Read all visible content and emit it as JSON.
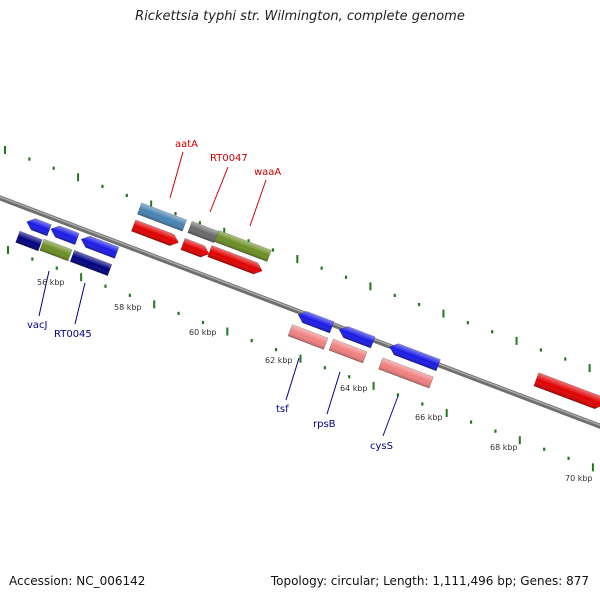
{
  "title": "Rickettsia typhi str. Wilmington, complete genome",
  "footer": {
    "accession": "Accession: NC_006142",
    "summary": "Topology: circular; Length: 1,111,496 bp; Genes: 877"
  },
  "colors": {
    "backbone": "#808080",
    "tick": "#1e7a1e",
    "forward_gene_label": "#cc0000",
    "reverse_gene_label": "#00008b",
    "kbp_label": "#333333"
  },
  "kbp_ticks": [
    "56 kbp",
    "58 kbp",
    "60 kbp",
    "62 kbp",
    "64 kbp",
    "66 kbp",
    "68 kbp",
    "70 kbp"
  ],
  "gene_labels": {
    "forward": [
      "aatA",
      "RT0047",
      "waaA"
    ],
    "reverse": [
      "vacJ",
      "RT0045",
      "tsf",
      "rpsB",
      "cysS"
    ]
  },
  "features": [
    {
      "id": "f1",
      "color": "#1a1ae6"
    },
    {
      "id": "f2",
      "color": "#1a1ae6"
    },
    {
      "id": "f3",
      "color": "#1a1ae6"
    },
    {
      "id": "f4",
      "color": "#000080"
    },
    {
      "id": "f5",
      "color": "#6b8e23"
    },
    {
      "id": "f6",
      "color": "#000080"
    },
    {
      "id": "f7",
      "color": "#4682b4"
    },
    {
      "id": "f8",
      "color": "#e00000"
    },
    {
      "id": "f9",
      "color": "#696969"
    },
    {
      "id": "f10",
      "color": "#6b8e23"
    },
    {
      "id": "f11",
      "color": "#e00000"
    },
    {
      "id": "f12",
      "color": "#e00000"
    },
    {
      "id": "f13",
      "color": "#1a1ae6"
    },
    {
      "id": "f14",
      "color": "#f08080"
    },
    {
      "id": "f15",
      "color": "#1a1ae6"
    },
    {
      "id": "f16",
      "color": "#f08080"
    },
    {
      "id": "f17",
      "color": "#1a1ae6"
    },
    {
      "id": "f18",
      "color": "#f08080"
    },
    {
      "id": "f19",
      "color": "#e00000"
    }
  ]
}
